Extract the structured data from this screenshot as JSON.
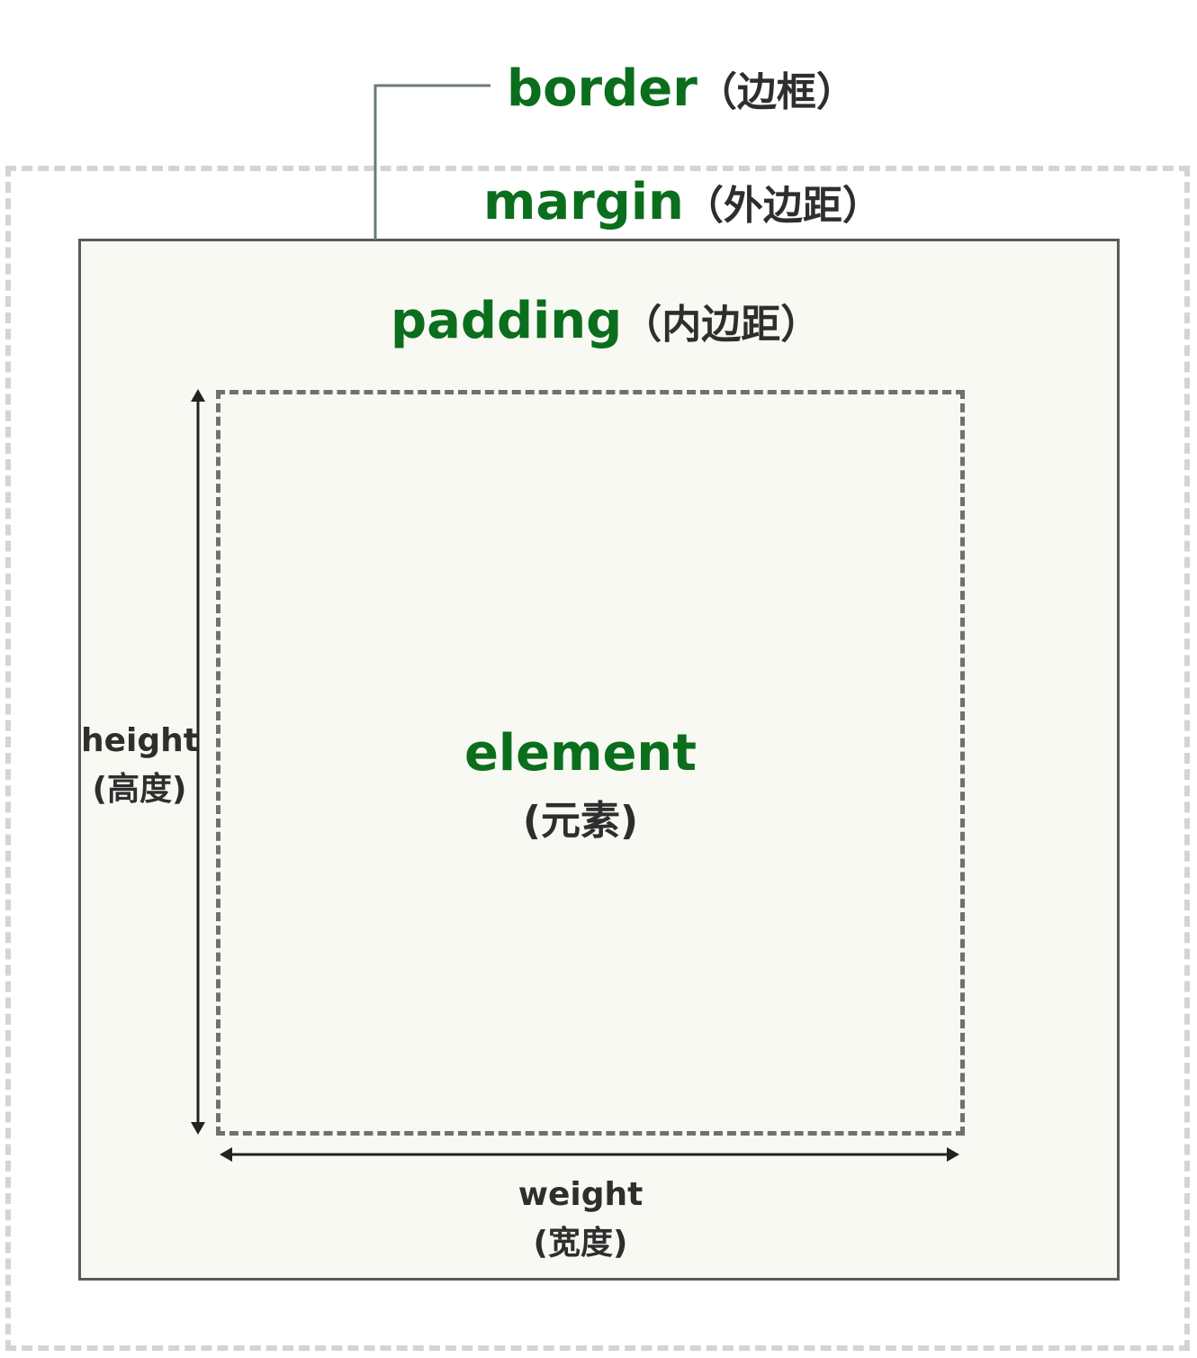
{
  "labels": {
    "border": {
      "term": "border",
      "gloss": "（边框）"
    },
    "margin": {
      "term": "margin",
      "gloss": "（外边距）"
    },
    "padding": {
      "term": "padding",
      "gloss": "（内边距）"
    },
    "element": {
      "term": "element",
      "gloss": "(元素)"
    },
    "height": {
      "term": "height",
      "gloss": "(高度)"
    },
    "width": {
      "term": "weight",
      "gloss": "(宽度)"
    }
  },
  "colors": {
    "term_green": "#0b6e1d",
    "gloss_text": "#2e2e2e",
    "box_fill": "#f9f9f3",
    "margin_dash": "#d4d4d4",
    "border_line": "#5a5a5a",
    "content_dash": "#707070"
  }
}
